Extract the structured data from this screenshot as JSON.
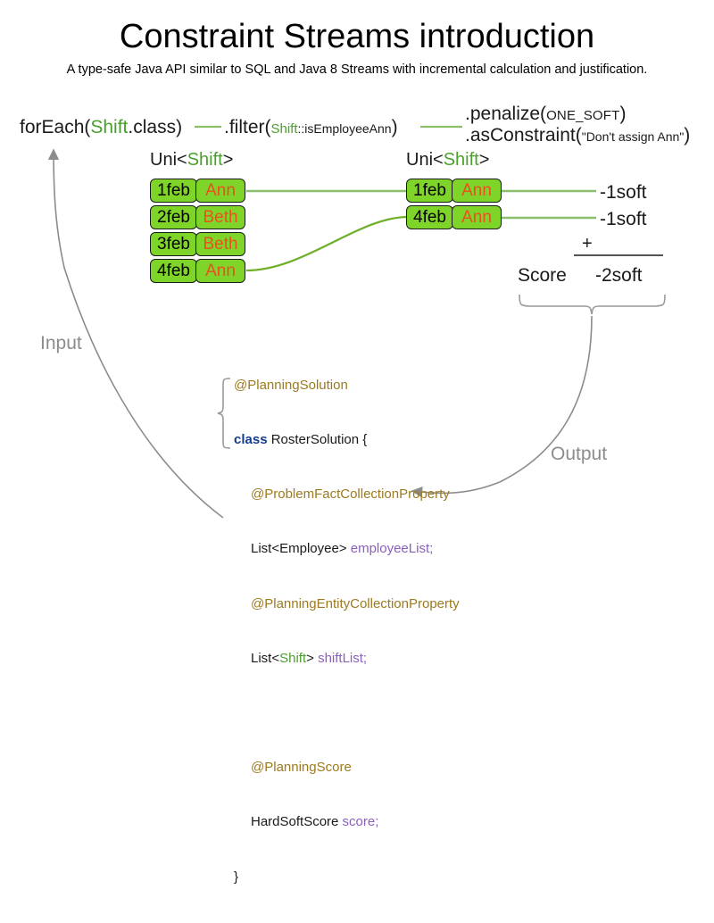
{
  "header": {
    "title": "Constraint Streams introduction",
    "subtitle": "A type-safe Java API similar to SQL and Java 8 Streams with incremental calculation and justification."
  },
  "pipeline": {
    "for_each": {
      "prefix": "forEach(",
      "type": "Shift",
      "suffix": ".class)"
    },
    "filter": {
      "prefix": ".filter(",
      "type": "Shift",
      "method": "::isEmployeeAnn",
      "suffix": ")"
    },
    "penalize": {
      "prefix": ".penalize(",
      "arg": "ONE_SOFT",
      "suffix": ")"
    },
    "as_constraint": {
      "prefix": ".asConstraint(",
      "arg": "\"Don't assign Ann\"",
      "suffix": ")"
    }
  },
  "streams": {
    "left": {
      "label_prefix": "Uni<",
      "label_type": "Shift",
      "label_suffix": ">",
      "cards": [
        {
          "date": "1feb",
          "name": "Ann"
        },
        {
          "date": "2feb",
          "name": "Beth"
        },
        {
          "date": "3feb",
          "name": "Beth"
        },
        {
          "date": "4feb",
          "name": "Ann"
        }
      ]
    },
    "right": {
      "label_prefix": "Uni<",
      "label_type": "Shift",
      "label_suffix": ">",
      "cards": [
        {
          "date": "1feb",
          "name": "Ann"
        },
        {
          "date": "4feb",
          "name": "Ann"
        }
      ]
    }
  },
  "score": {
    "penalty_1": "-1soft",
    "penalty_2": "-1soft",
    "plus": "+",
    "label": "Score",
    "total": "-2soft"
  },
  "flow": {
    "input_label": "Input",
    "output_label": "Output"
  },
  "code": {
    "l1_anno": "@PlanningSolution",
    "l2_kw": "class",
    "l2_rest": " RosterSolution {",
    "l3_anno": "@ProblemFactCollectionProperty",
    "l4_type": "List<Employee> ",
    "l4_field": "employeeList;",
    "l5_anno": "@PlanningEntityCollectionProperty",
    "l6_type_a": "List<",
    "l6_type_green": "Shift",
    "l6_type_b": "> ",
    "l6_field": "shiftList;",
    "l7_anno": "@PlanningScore",
    "l8_type": "HardSoftScore ",
    "l8_field": "score;",
    "l9_close": "}"
  },
  "colors": {
    "card_fill": "#7fd42a",
    "card_border": "#1a1a1a",
    "name_text": "#e8521f",
    "connector_green": "#8cbf6a",
    "type_green": "#4aa02c",
    "annotation": "#9c7a1e",
    "keyword": "#143c8c",
    "field": "#8b5fbf",
    "flow_gray": "#8c8c8c"
  }
}
